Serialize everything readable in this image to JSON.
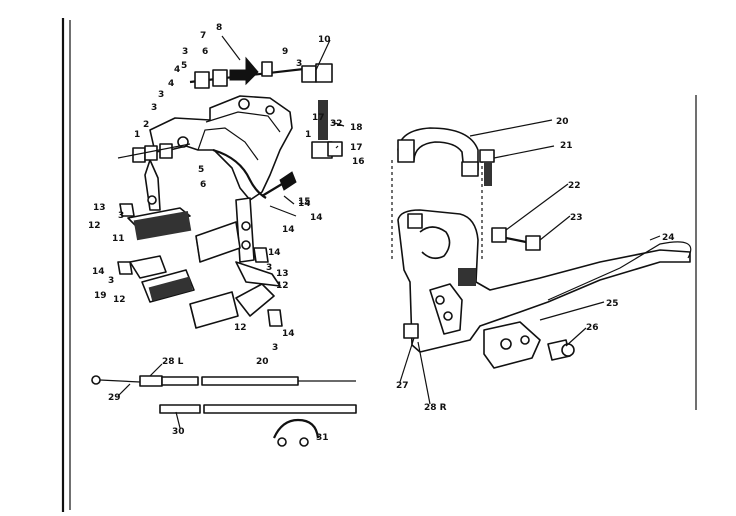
{
  "callouts": [
    {
      "id": "c1",
      "text": "1"
    },
    {
      "id": "c2",
      "text": "2"
    },
    {
      "id": "c3a",
      "text": "3"
    },
    {
      "id": "c3b",
      "text": "3"
    },
    {
      "id": "c3c",
      "text": "3"
    },
    {
      "id": "c3d",
      "text": "3"
    },
    {
      "id": "c3e",
      "text": "3"
    },
    {
      "id": "c3f",
      "text": "3"
    },
    {
      "id": "c3g",
      "text": "3"
    },
    {
      "id": "c3h",
      "text": "3"
    },
    {
      "id": "c4a",
      "text": "4"
    },
    {
      "id": "c4b",
      "text": "4"
    },
    {
      "id": "c5a",
      "text": "5"
    },
    {
      "id": "c5b",
      "text": "5"
    },
    {
      "id": "c6a",
      "text": "6"
    },
    {
      "id": "c6b",
      "text": "6"
    },
    {
      "id": "c7",
      "text": "7"
    },
    {
      "id": "c8",
      "text": "8"
    },
    {
      "id": "c9",
      "text": "9"
    },
    {
      "id": "c10",
      "text": "10"
    },
    {
      "id": "c11",
      "text": "11"
    },
    {
      "id": "c12a",
      "text": "12"
    },
    {
      "id": "c12b",
      "text": "12"
    },
    {
      "id": "c12c",
      "text": "12"
    },
    {
      "id": "c12d",
      "text": "12"
    },
    {
      "id": "c13a",
      "text": "13"
    },
    {
      "id": "c13b",
      "text": "13"
    },
    {
      "id": "c14a",
      "text": "14"
    },
    {
      "id": "c14b",
      "text": "14"
    },
    {
      "id": "c14c",
      "text": "14"
    },
    {
      "id": "c14d",
      "text": "14"
    },
    {
      "id": "c14e",
      "text": "14"
    },
    {
      "id": "c14f",
      "text": "14"
    },
    {
      "id": "c15",
      "text": "15"
    },
    {
      "id": "c16",
      "text": "16"
    },
    {
      "id": "c17",
      "text": "17"
    },
    {
      "id": "c18",
      "text": "18"
    },
    {
      "id": "c19",
      "text": "19"
    },
    {
      "id": "c20a",
      "text": "20"
    },
    {
      "id": "c20b",
      "text": "20"
    },
    {
      "id": "c21",
      "text": "21"
    },
    {
      "id": "c22",
      "text": "22"
    },
    {
      "id": "c23",
      "text": "23"
    },
    {
      "id": "c24",
      "text": "24"
    },
    {
      "id": "c25",
      "text": "25"
    },
    {
      "id": "c26",
      "text": "26"
    },
    {
      "id": "c27",
      "text": "27"
    },
    {
      "id": "c28r",
      "text": "28 R"
    },
    {
      "id": "c28l",
      "text": "28 L"
    },
    {
      "id": "c29",
      "text": "29"
    },
    {
      "id": "c30",
      "text": "30"
    },
    {
      "id": "c31",
      "text": "31"
    },
    {
      "id": "c32",
      "text": "32"
    },
    {
      "id": "c17b",
      "text": "17"
    },
    {
      "id": "c1b",
      "text": "1"
    }
  ]
}
